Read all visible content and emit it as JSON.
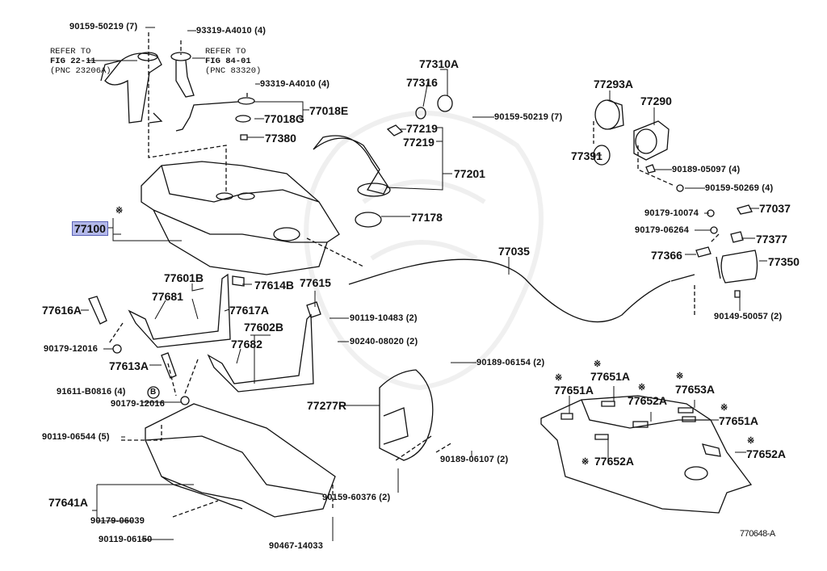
{
  "diagram": {
    "figure_id": "770648-A",
    "highlighted_part": "77100",
    "note_mark": "※",
    "refer_left": {
      "line1": "REFER TO",
      "line2": "FIG 22-11",
      "line3": "(PNC 23206A)"
    },
    "refer_right": {
      "line1": "REFER TO",
      "line2": "FIG 84-01",
      "line3": "(PNC 83320)"
    },
    "circled_b": "B",
    "labels": [
      "90159-50219 (7)",
      "93319-A4010 (4)",
      "93319-A4010 (4)",
      "77018E",
      "77018G",
      "77380",
      "77310A",
      "77316",
      "90159-50219 (7)",
      "77219",
      "77219",
      "77201",
      "77178",
      "77293A",
      "77290",
      "77391",
      "90189-05097 (4)",
      "90159-50269 (4)",
      "90179-10074",
      "77037",
      "90179-06264",
      "77377",
      "77366",
      "77350",
      "90149-50057 (2)",
      "77035",
      "77601B",
      "77681",
      "77614B",
      "77615",
      "77616A",
      "77617A",
      "90119-10483 (2)",
      "77602B",
      "77682",
      "90240-08020 (2)",
      "90179-12016",
      "77613A",
      "90189-06154 (2)",
      "91611-B0816 (4)",
      "90179-12016",
      "77277R",
      "77651A",
      "77651A",
      "77652A",
      "77653A",
      "77651A",
      "77652A",
      "77652A",
      "90119-06544 (5)",
      "90189-06107 (2)",
      "77641A",
      "90159-60376 (2)",
      "90179-06039",
      "90119-06150",
      "90467-14033"
    ]
  }
}
